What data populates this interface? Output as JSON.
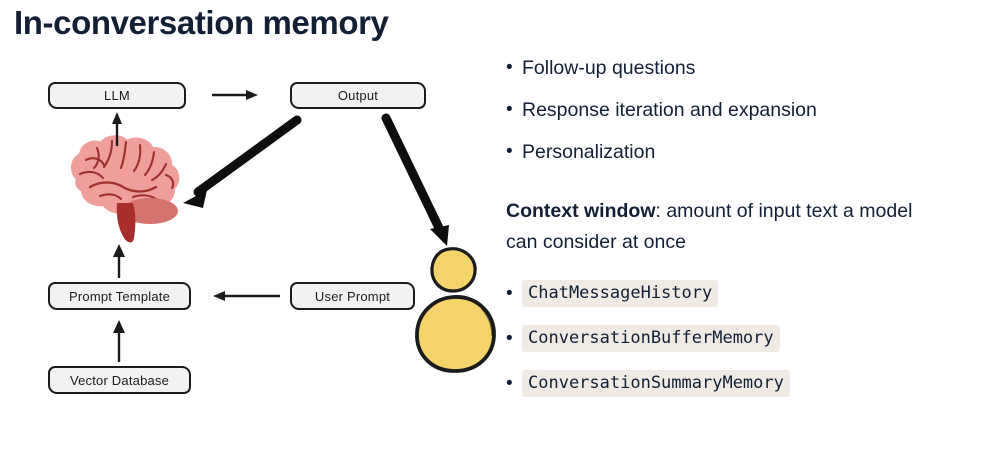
{
  "page": {
    "title": "In-conversation memory",
    "background_color": "#ffffff",
    "text_color": "#131f35"
  },
  "diagram": {
    "name": "in-conversation-memory-flow",
    "nodes": [
      {
        "id": "llm",
        "label": "LLM",
        "shadow_color": "#f558b2"
      },
      {
        "id": "output",
        "label": "Output",
        "shadow_color": "#f2c744"
      },
      {
        "id": "prompt_template",
        "label": "Prompt Template",
        "shadow_color": "#5dd27a"
      },
      {
        "id": "user_prompt",
        "label": "User Prompt",
        "shadow_color": "#f2c744"
      },
      {
        "id": "vector_database",
        "label": "Vector Database",
        "shadow_color": "#7b3ff2"
      }
    ],
    "icons": [
      {
        "id": "brain",
        "name": "brain-icon",
        "fill": "#ef9e9b",
        "detail": "#a02f2f"
      },
      {
        "id": "person",
        "name": "person-icon",
        "fill": "#f3d36a",
        "outline": "#1b1b1b"
      }
    ],
    "arrows": [
      {
        "from": "brain",
        "to": "llm",
        "style": "thin",
        "direction": "up"
      },
      {
        "from": "llm",
        "to": "output",
        "style": "thin",
        "direction": "right"
      },
      {
        "from": "output",
        "to": "brain",
        "style": "thick",
        "direction": "down-left"
      },
      {
        "from": "output",
        "to": "person",
        "style": "thick",
        "direction": "down"
      },
      {
        "from": "user_prompt",
        "to": "prompt_template",
        "style": "thin",
        "direction": "left"
      },
      {
        "from": "prompt_template",
        "to": "brain",
        "style": "thin",
        "direction": "up"
      },
      {
        "from": "vector_database",
        "to": "prompt_template",
        "style": "thin",
        "direction": "up"
      }
    ]
  },
  "right": {
    "bullets": [
      "Follow-up questions",
      "Response iteration and expansion",
      "Personalization"
    ],
    "context_note": {
      "lead": "Context window",
      "rest": ": amount of input text a model can consider at once"
    },
    "code_items": [
      "ChatMessageHistory",
      "ConversationBufferMemory",
      "ConversationSummaryMemory"
    ],
    "bullet_glyph": "•",
    "code_chip_background": "#efebe4"
  }
}
